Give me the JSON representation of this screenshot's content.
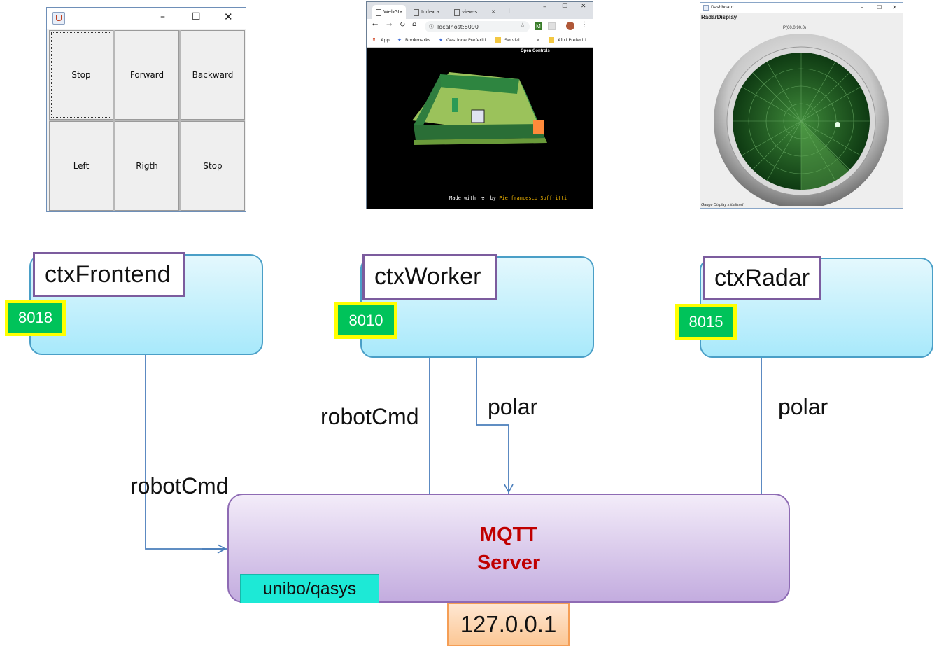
{
  "screenshots": {
    "control_window": {
      "buttons": [
        "Stop",
        "Forward",
        "Backward",
        "Left",
        "Rigth",
        "Stop"
      ],
      "window_controls": [
        "–",
        "☐",
        "✕"
      ]
    },
    "browser_window": {
      "tabs": [
        {
          "title": "WebGL"
        },
        {
          "title": "Index a"
        },
        {
          "title": "view-s"
        }
      ],
      "new_tab": "+",
      "window_controls": [
        "–",
        "☐",
        "✕"
      ],
      "url": "localhost:8090",
      "bookmarks": [
        "App",
        "Bookmarks",
        "Gestione Preferiti",
        "Servizi",
        "»",
        "Altri Preferiti"
      ],
      "open_controls": "Open Controls",
      "footer_prefix": "Made with",
      "footer_by": "by",
      "footer_author": "Pierfrancesco Soffritti"
    },
    "radar_window": {
      "title": "Dashboard",
      "header": "RadarDisplay",
      "point": "P(60.0,90.0)",
      "status": "Gauge Display initialized",
      "window_controls": [
        "–",
        "☐",
        "✕"
      ]
    }
  },
  "contexts": [
    {
      "name": "ctxFrontend",
      "port": "8018"
    },
    {
      "name": "ctxWorker",
      "port": "8010"
    },
    {
      "name": "ctxRadar",
      "port": "8015"
    }
  ],
  "messages": {
    "frontend_to_mqtt": "robotCmd",
    "mqtt_to_worker": "robotCmd",
    "worker_to_mqtt": "polar",
    "mqtt_to_radar": "polar"
  },
  "mqtt": {
    "title_line1": "MQTT",
    "title_line2": "Server",
    "topic": "unibo/qasys",
    "address": "127.0.0.1",
    "title_color": "#c00000"
  },
  "colors": {
    "context_border": "#4a9fc7",
    "context_label_border": "#7c5c9e",
    "port_fill": "#00c35a",
    "port_border": "#ffff00",
    "arrow": "#4a7ebb",
    "topic_fill": "#1de9d6",
    "address_fill": "#fdd7b5"
  }
}
